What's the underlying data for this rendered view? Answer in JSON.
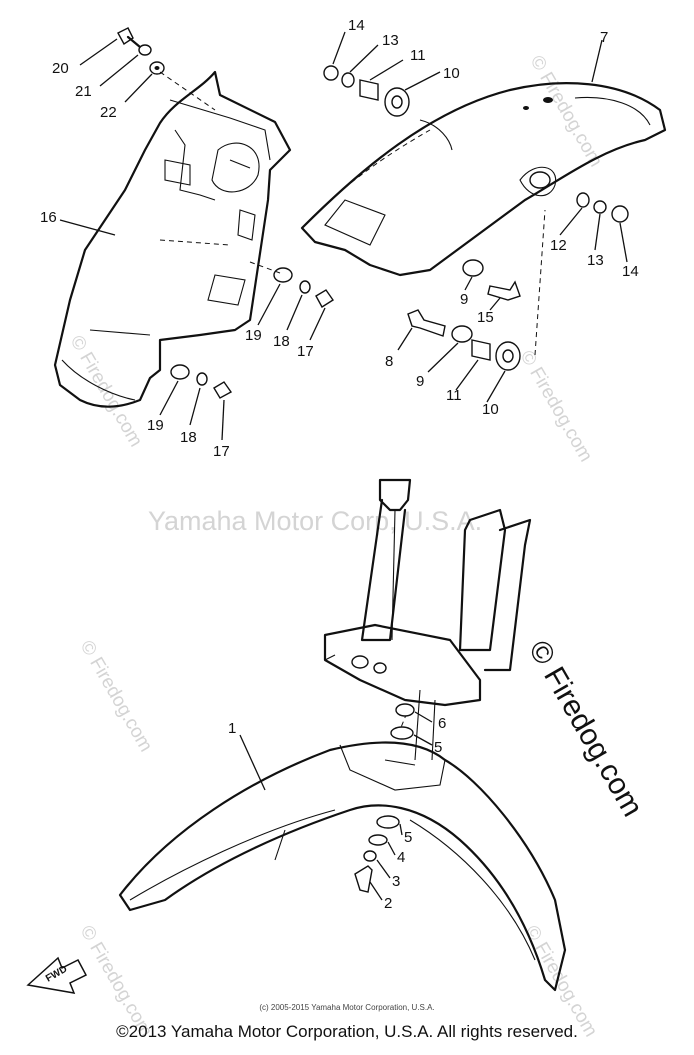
{
  "watermarks": {
    "center": "Yamaha Motor Corp, U.S.A.",
    "firedog": "© Firedog.com"
  },
  "labels": [
    {
      "id": "l20",
      "text": "20"
    },
    {
      "id": "l21",
      "text": "21"
    },
    {
      "id": "l22",
      "text": "22"
    },
    {
      "id": "l16",
      "text": "16"
    },
    {
      "id": "l19a",
      "text": "19"
    },
    {
      "id": "l18a",
      "text": "18"
    },
    {
      "id": "l17a",
      "text": "17"
    },
    {
      "id": "l19b",
      "text": "19"
    },
    {
      "id": "l18b",
      "text": "18"
    },
    {
      "id": "l17b",
      "text": "17"
    },
    {
      "id": "l14a",
      "text": "14"
    },
    {
      "id": "l13a",
      "text": "13"
    },
    {
      "id": "l11a",
      "text": "11"
    },
    {
      "id": "l10a",
      "text": "10"
    },
    {
      "id": "l7",
      "text": "7"
    },
    {
      "id": "l12",
      "text": "12"
    },
    {
      "id": "l13b",
      "text": "13"
    },
    {
      "id": "l14b",
      "text": "14"
    },
    {
      "id": "l9a",
      "text": "9"
    },
    {
      "id": "l15",
      "text": "15"
    },
    {
      "id": "l8",
      "text": "8"
    },
    {
      "id": "l9b",
      "text": "9"
    },
    {
      "id": "l11b",
      "text": "11"
    },
    {
      "id": "l10b",
      "text": "10"
    },
    {
      "id": "l1",
      "text": "1"
    },
    {
      "id": "l6",
      "text": "6"
    },
    {
      "id": "l5a",
      "text": "5"
    },
    {
      "id": "l5b",
      "text": "5"
    },
    {
      "id": "l4",
      "text": "4"
    },
    {
      "id": "l3",
      "text": "3"
    },
    {
      "id": "l2",
      "text": "2"
    }
  ],
  "fwd_label": "FWD",
  "small_copyright": "(c) 2005-2015 Yamaha Motor Corporation, U.S.A.",
  "copyright": "©2013 Yamaha Motor Corporation, U.S.A. All rights reserved."
}
